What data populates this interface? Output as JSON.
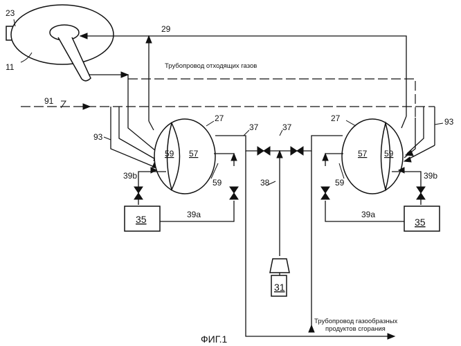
{
  "figure": {
    "caption": "ФИГ.1"
  },
  "pipelines": {
    "exhaust": "Трубопровод отходящих газов",
    "combustion_line1": "Трубопровод газообразных",
    "combustion_line2": "продуктов сгорания"
  },
  "refs": {
    "r23": "23",
    "r11": "11",
    "r29": "29",
    "r91": "91",
    "r93": "93",
    "r27": "27",
    "r37": "37",
    "r59": "59",
    "r57": "57",
    "r39b": "39b",
    "r39a": "39a",
    "r35": "35",
    "r38": "38",
    "r31": "31"
  }
}
